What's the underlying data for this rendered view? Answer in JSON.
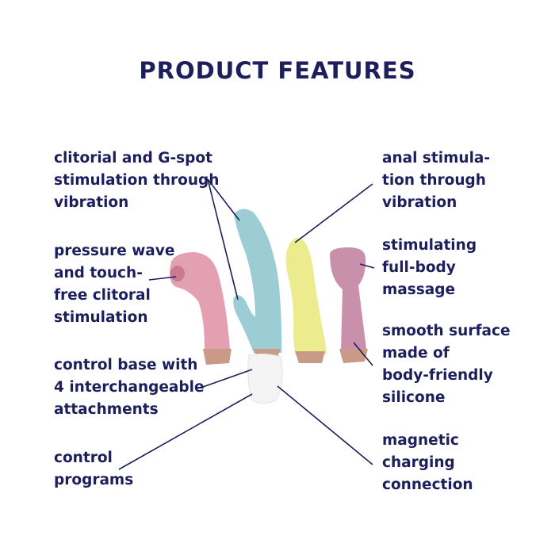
{
  "title": "PRODUCT FEATURES",
  "features_left": [
    "clitorial and G-spot\nstimulation through\nvibration",
    "pressure wave\nand touch-\nfree clitoral\nstimulation",
    "control base with\n4 interchangeable\nattachments",
    "control\nprograms"
  ],
  "features_right": [
    "anal stimula-\ntion through\nvibration",
    "stimulating\nfull-body\nmassage",
    "smooth surface\nmade of\nbody-friendly\nsilicone",
    "magnetic\ncharging\nconnection"
  ],
  "colors": {
    "text": "#1d1f5c",
    "pink": "#e2a0b0",
    "blue": "#9ccdd4",
    "yellow": "#ecec8e",
    "purple": "#c990ac",
    "white": "#f4f4f4",
    "copper": "#c99a86"
  }
}
